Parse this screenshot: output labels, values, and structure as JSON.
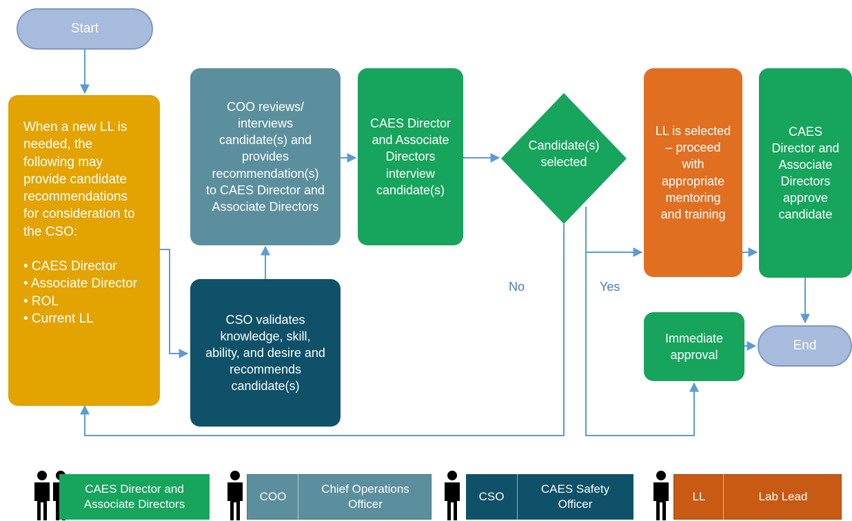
{
  "nodes": {
    "start": "Start",
    "nomination": "When a new LL is\nneeded, the\nfollowing may\nprovide candidate\nrecommendations\nfor consideration to\nthe CSO:\n\n• CAES Director\n• Associate Director\n• ROL\n• Current LL",
    "coo_review": "COO reviews/\ninterviews\ncandidate(s) and\nprovides\nrecommendation(s)\nto CAES Director and\nAssociate Directors",
    "cso_validate": "CSO validates\nknowledge, skill,\nability, and desire and\nrecommends\ncandidate(s)",
    "director_interview": "CAES Director\nand Associate\nDirectors\ninterview\ncandidate(s)",
    "decision": "Candidate(s)\nselected",
    "ll_selected": "LL is selected\n– proceed\nwith\nappropriate\nmentoring\nand training",
    "director_approve": "CAES\nDirector and\nAssociate\nDirectors\napprove\ncandidate",
    "immediate_approval": "Immediate\napproval",
    "end": "End"
  },
  "edge_labels": {
    "no": "No",
    "yes": "Yes"
  },
  "legend": [
    {
      "abbr": "",
      "name": "CAES Director and\nAssociate Directors",
      "people": 2,
      "color": "#17a45c"
    },
    {
      "abbr": "COO",
      "name": "Chief Operations\nOfficer",
      "people": 1,
      "color": "#5c8f9d"
    },
    {
      "abbr": "CSO",
      "name": "CAES Safety\nOfficer",
      "people": 1,
      "color": "#0e5168"
    },
    {
      "abbr": "LL",
      "name": "Lab Lead",
      "people": 1,
      "color": "#c85a14"
    }
  ],
  "colors": {
    "connector": "#5b9bd5",
    "start_end": "#a7bbdc",
    "nomination": "#e3a301",
    "coo": "#5c8f9d",
    "cso": "#0e5168",
    "director": "#17a45c",
    "lab_lead": "#e06f22"
  }
}
